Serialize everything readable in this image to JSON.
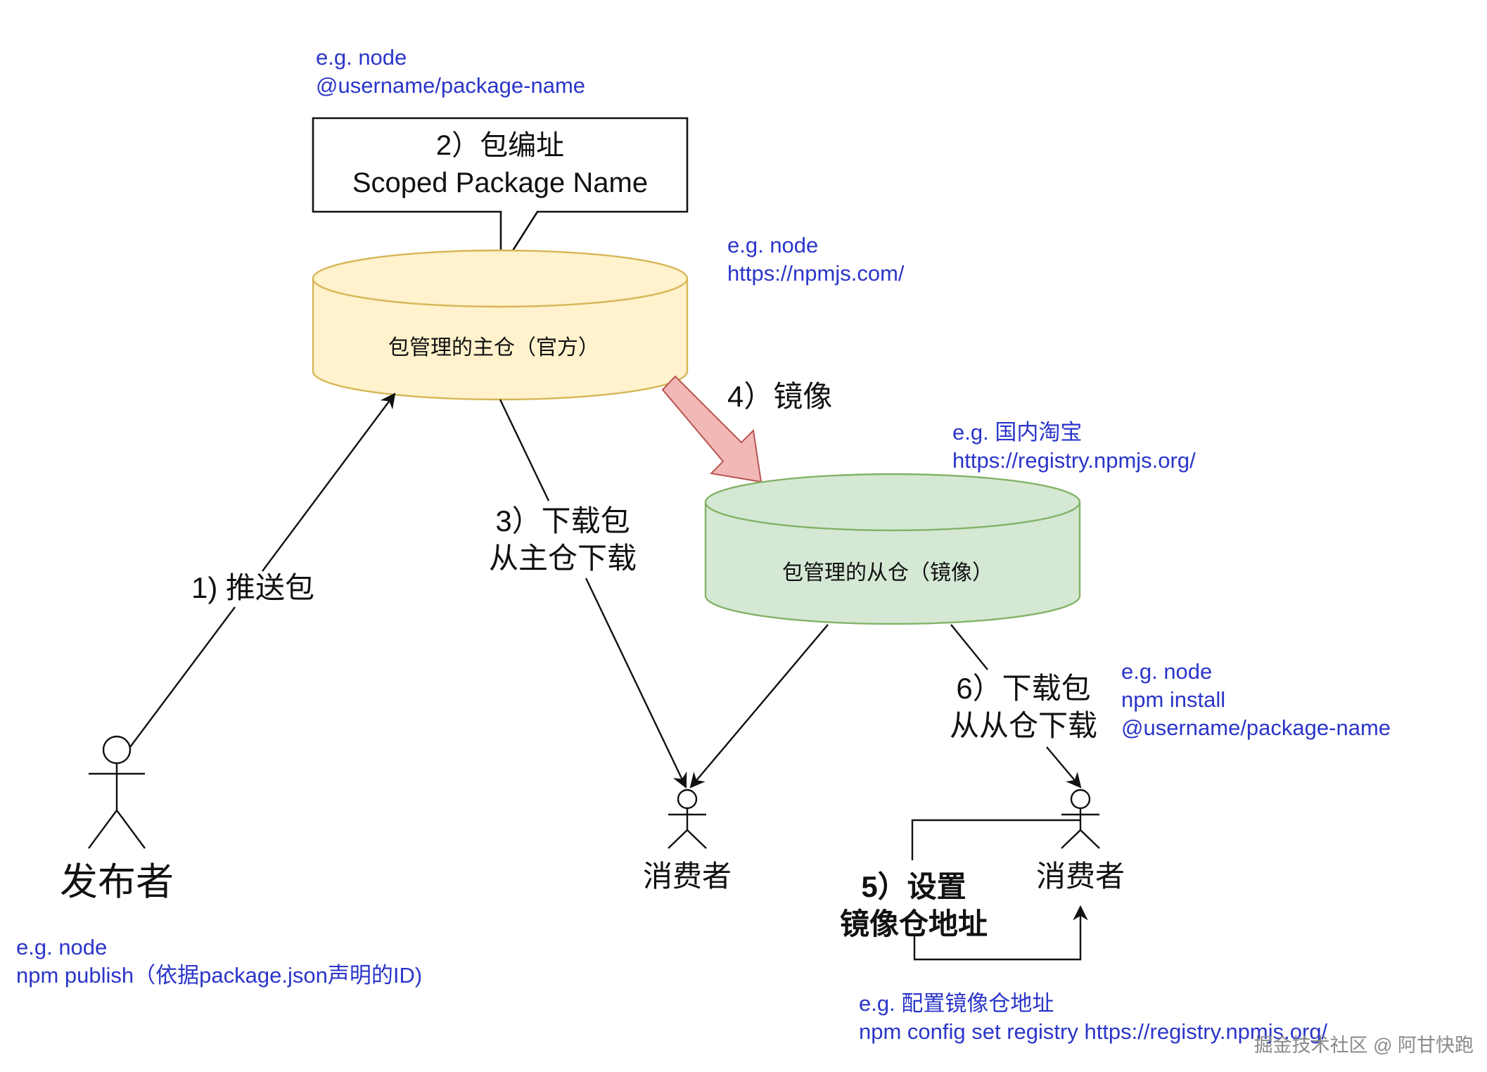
{
  "callout": {
    "line1": "2）包编址",
    "line2": "Scoped Package Name",
    "note_line1": "e.g. node",
    "note_line2": "@username/package-name"
  },
  "primary_repo": {
    "label": "包管理的主仓（官方）",
    "fill": "#fff2cc",
    "stroke": "#d6b656",
    "note_line1": "e.g. node",
    "note_line2": "https://npmjs.com/"
  },
  "mirror_repo": {
    "label": "包管理的从仓（镜像）",
    "fill": "#d5e8d4",
    "stroke": "#82b366",
    "note_line1": "e.g. 国内淘宝",
    "note_line2": "https://registry.npmjs.org/"
  },
  "mirror_arrow": {
    "label": "4）镜像",
    "fill": "#f2b8b5",
    "stroke": "#b85450"
  },
  "publisher": {
    "label": "发布者",
    "note_line1": "e.g. node",
    "note_line2": "npm publish（依据package.json声明的ID)"
  },
  "step1": {
    "label": "1) 推送包"
  },
  "step3": {
    "line1": "3）下载包",
    "line2": "从主仓下载"
  },
  "consumer1": {
    "label": "消费者"
  },
  "step6": {
    "line1": "6）下载包",
    "line2": "从从仓下载",
    "note_line1": "e.g. node",
    "note_line2": "npm install",
    "note_line3": "@username/package-name"
  },
  "consumer2": {
    "label": "消费者"
  },
  "step5": {
    "line1": "5）设置",
    "line2": "镜像仓地址",
    "note_line1": "e.g. 配置镜像仓地址",
    "note_line2": "npm config set registry https://registry.npmjs.org/"
  },
  "watermark": "掘金技术社区 @ 阿甘快跑",
  "colors": {
    "note_text": "#2b35c9",
    "line": "#111111"
  }
}
